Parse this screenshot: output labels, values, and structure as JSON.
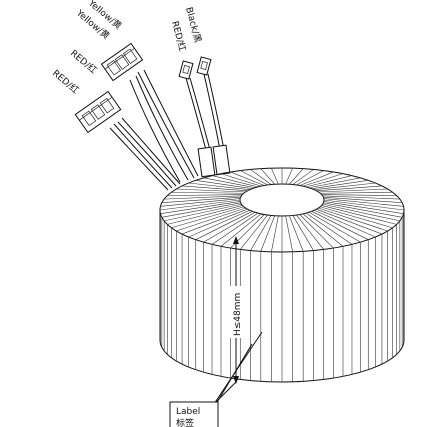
{
  "wires": [
    {
      "id": "yellow-1",
      "label": "Yellow/黄"
    },
    {
      "id": "yellow-2",
      "label": "Yellow/黄"
    },
    {
      "id": "red-1",
      "label": "RED/红"
    },
    {
      "id": "red-2",
      "label": "RED/红"
    },
    {
      "id": "red-3",
      "label": "RED/红"
    },
    {
      "id": "black-1",
      "label": "Black/黑"
    }
  ],
  "dimension": {
    "text": "H≤48mm"
  },
  "label_box": {
    "line1": "Label",
    "line2": "标签"
  }
}
